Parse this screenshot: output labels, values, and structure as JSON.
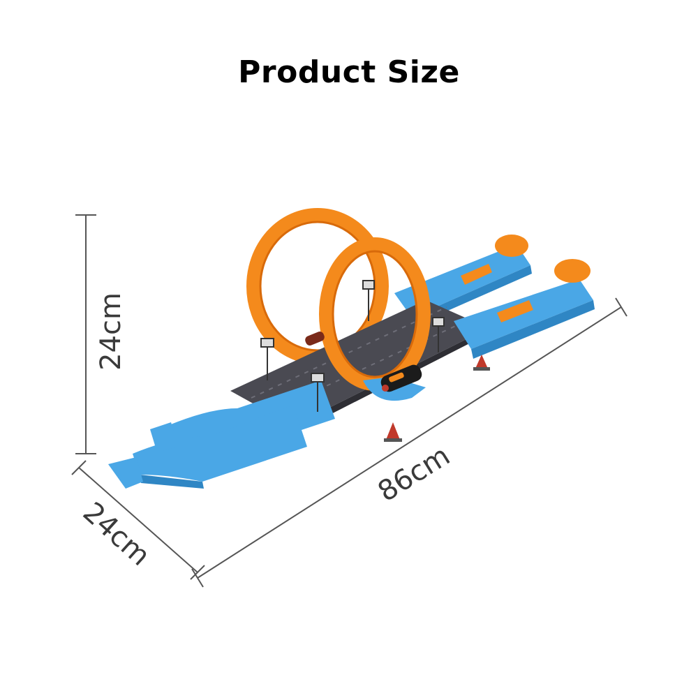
{
  "title": "Product Size",
  "dimensions": {
    "height": "24cm",
    "length": "86cm",
    "width": "24cm"
  },
  "colors": {
    "track_blue": "#4aa7e6",
    "track_blue_dark": "#2f86c4",
    "loop_orange": "#f48a1c",
    "loop_orange_dark": "#d86a0a",
    "road_gray": "#4a4a52",
    "dimension_line": "#444444"
  }
}
